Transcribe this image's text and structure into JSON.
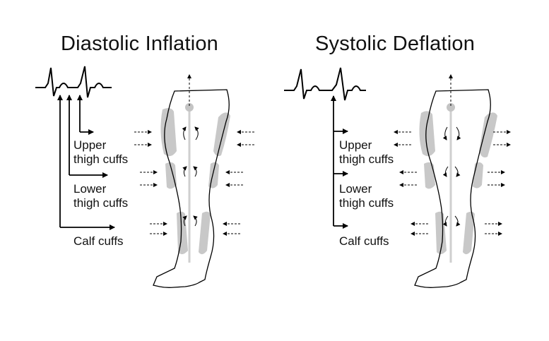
{
  "panels": [
    {
      "title": "Diastolic Inflation",
      "labels": {
        "upper_line1": "Upper",
        "upper_line2": "thigh cuffs",
        "lower_line1": "Lower",
        "lower_line2": "thigh cuffs",
        "calf": "Calf cuffs"
      }
    },
    {
      "title": "Systolic Deflation",
      "labels": {
        "upper_line1": "Upper",
        "upper_line2": "thigh cuffs",
        "lower_line1": "Lower",
        "lower_line2": "thigh cuffs",
        "calf": "Calf cuffs"
      }
    }
  ],
  "colors": {
    "line": "#000000",
    "cuff": "#c8c8c8",
    "axis": "#cfcfcf",
    "dot": "#c4c4c4"
  }
}
